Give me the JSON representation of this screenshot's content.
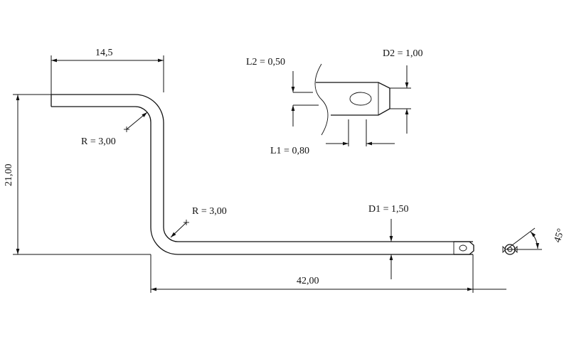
{
  "dimensions": {
    "top_length": "14,5",
    "height": "21,00",
    "bend_radius_1": "R = 3,00",
    "bend_radius_2": "R = 3,00",
    "bottom_length": "42,00",
    "diameter_main": "D1 = 1,50",
    "detail_l2": "L2 = 0,50",
    "detail_d2": "D2 = 1,00",
    "detail_l1": "L1 = 0,80",
    "angle": "45°"
  }
}
